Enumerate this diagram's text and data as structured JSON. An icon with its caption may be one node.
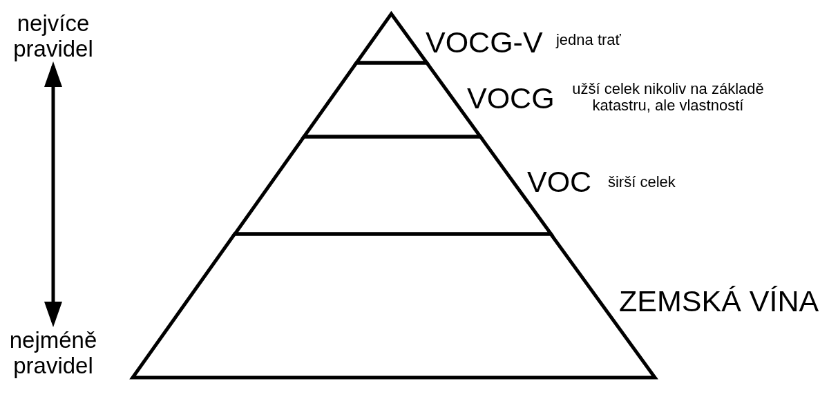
{
  "diagram": {
    "nodes": [
      {
        "text": [
          "nejvíce pravidel"
        ]
      },
      {
        "text": [
          "VOCG-V",
          "jedna trať"
        ]
      },
      {
        "text": [
          "VOCG",
          "užší celek nikoliv na základě katastru, ale vlastností"
        ]
      },
      {
        "text": [
          "VOC",
          "širší celek"
        ]
      },
      {
        "text": [
          "ZEMSKÁ VÍNA"
        ]
      },
      {
        "text": [
          "nejméně pravidel"
        ]
      }
    ],
    "edges": [
      {
        "from": 0,
        "to": 5,
        "arrow": "both"
      }
    ]
  }
}
